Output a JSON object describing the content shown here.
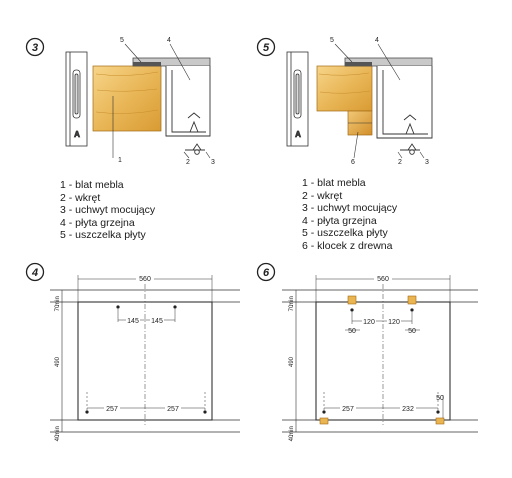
{
  "fig3": {
    "number": "3",
    "callouts": {
      "c1": "1",
      "c2": "2",
      "c3": "3",
      "c4": "4",
      "c5": "5"
    },
    "legend": [
      "1 - blat mebla",
      "2 - wkręt",
      "3 - uchwyt mocujący",
      "4 - płyta grzejna",
      "5 - uszczelka płyty"
    ]
  },
  "fig5": {
    "number": "5",
    "callouts": {
      "c2": "2",
      "c3": "3",
      "c4": "4",
      "c5": "5",
      "c6": "6"
    },
    "legend": [
      "1 - blat mebla",
      "2 - wkręt",
      "3 - uchwyt mocujący",
      "4 - płyta grzejna",
      "5 - uszczelka płyty",
      "6 - klocek z drewna"
    ]
  },
  "fig4": {
    "number": "4",
    "width": "560",
    "min_top": "min",
    "top_margin": "70",
    "height": "490",
    "min_bottom": "min",
    "bottom_margin": "40",
    "top_left": "145",
    "top_right": "145",
    "bottom_left": "257",
    "bottom_right": "257"
  },
  "fig6": {
    "number": "6",
    "width": "560",
    "min_top": "min",
    "top_margin": "70",
    "height": "490",
    "min_bottom": "min",
    "bottom_margin": "40",
    "top_left": "120",
    "top_right": "120",
    "block_left": "50",
    "block_right": "50",
    "bottom_left": "257",
    "bottom_right": "232",
    "block_side": "50"
  }
}
